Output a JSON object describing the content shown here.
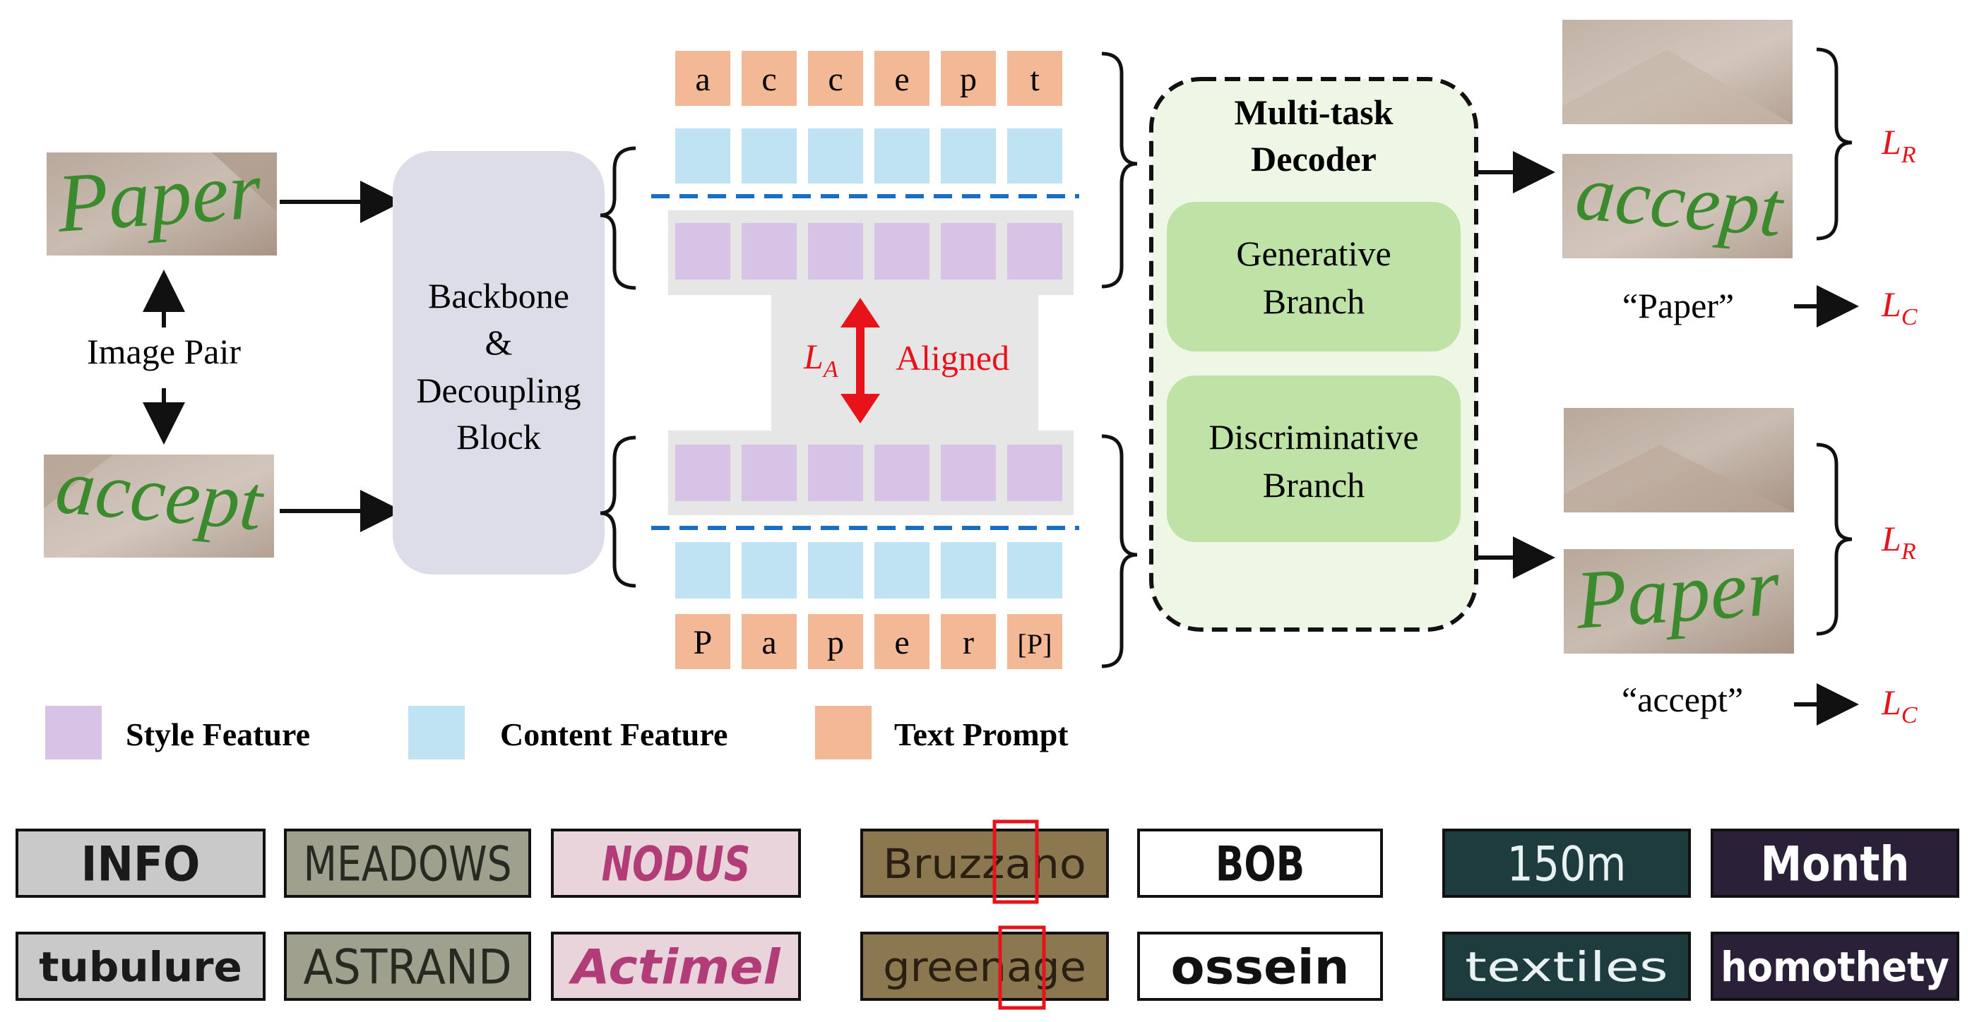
{
  "input": {
    "label": "Image Pair",
    "word_top": "Paper",
    "word_bottom": "accept"
  },
  "backbone": {
    "line1": "Backbone",
    "line2": "&",
    "line3": "Decoupling",
    "line4": "Block"
  },
  "prompts": {
    "top": [
      "a",
      "c",
      "c",
      "e",
      "p",
      "t"
    ],
    "bottom": [
      "P",
      "a",
      "p",
      "e",
      "r",
      "[P]"
    ]
  },
  "alignment": {
    "loss": "L",
    "loss_sub": "A",
    "label": "Aligned"
  },
  "decoder": {
    "title_line1": "Multi-task",
    "title_line2": "Decoder",
    "gen_line1": "Generative",
    "gen_line2": "Branch",
    "dis_line1": "Discriminative",
    "dis_line2": "Branch"
  },
  "outputs": {
    "top": {
      "generated_word": "accept",
      "caption": "“Paper”",
      "loss_r": "L",
      "loss_r_sub": "R",
      "loss_c": "L",
      "loss_c_sub": "C"
    },
    "bottom": {
      "generated_word": "Paper",
      "caption": "“accept”",
      "loss_r": "L",
      "loss_r_sub": "R",
      "loss_c": "L",
      "loss_c_sub": "C"
    }
  },
  "legend": {
    "style": "Style Feature",
    "content": "Content Feature",
    "prompt": "Text Prompt"
  },
  "samples": {
    "row1": [
      "INFO",
      "MEADOWS",
      "NODUS",
      "Bruzzano",
      "BOB",
      "150m",
      "Month"
    ],
    "row2": [
      "tubulure",
      "ASTRAND",
      "Actimel",
      "greenage",
      "ossein",
      "textiles",
      "homothety"
    ]
  },
  "colors": {
    "style": "#d6c3e6",
    "content": "#bfe3f3",
    "prompt": "#f3b895",
    "backbone": "#dcdde9",
    "decoder_bg": "#eef6e6",
    "branch": "#bfe2a6",
    "highlight": "#e8131a",
    "gray_band": "#e6e6e6",
    "dashed": "#1a6fc4",
    "green_ink": "#3c8a2e"
  }
}
